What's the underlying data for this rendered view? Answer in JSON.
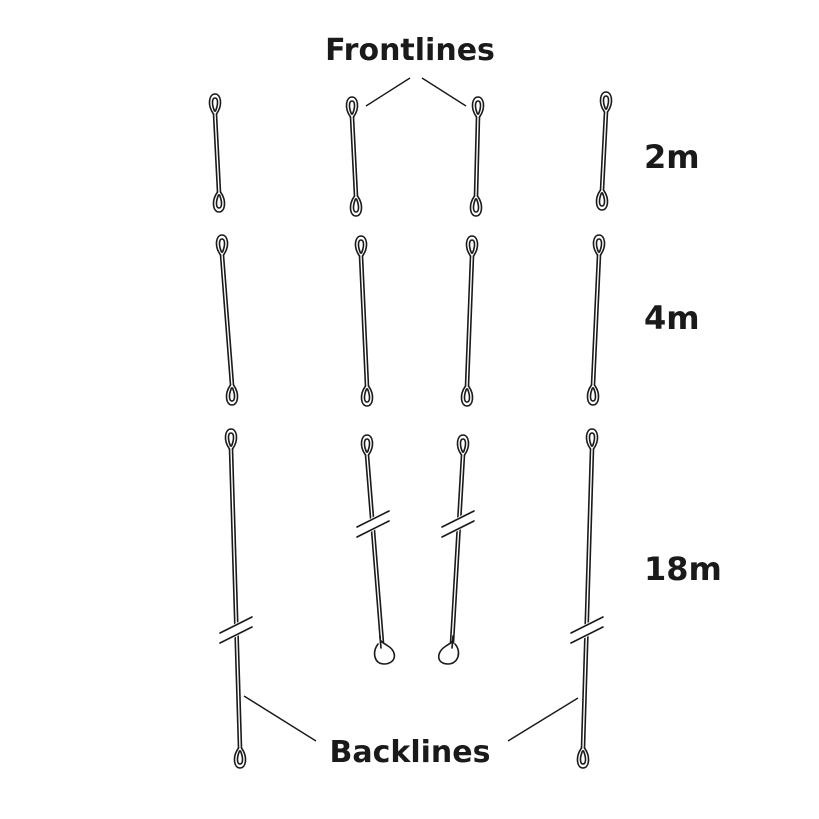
{
  "labels": {
    "frontlines": "Frontlines",
    "backlines": "Backlines",
    "len_2m": "2m",
    "len_4m": "4m",
    "len_18m": "18m"
  },
  "colors": {
    "line": "#1a1a1a",
    "frontline_left_end": "#f0c419",
    "frontline_right_end": "#8a8a8a"
  },
  "icons": {
    "line_loop": "loop-eye-icon",
    "break_mark": "double-slash-break-icon"
  }
}
